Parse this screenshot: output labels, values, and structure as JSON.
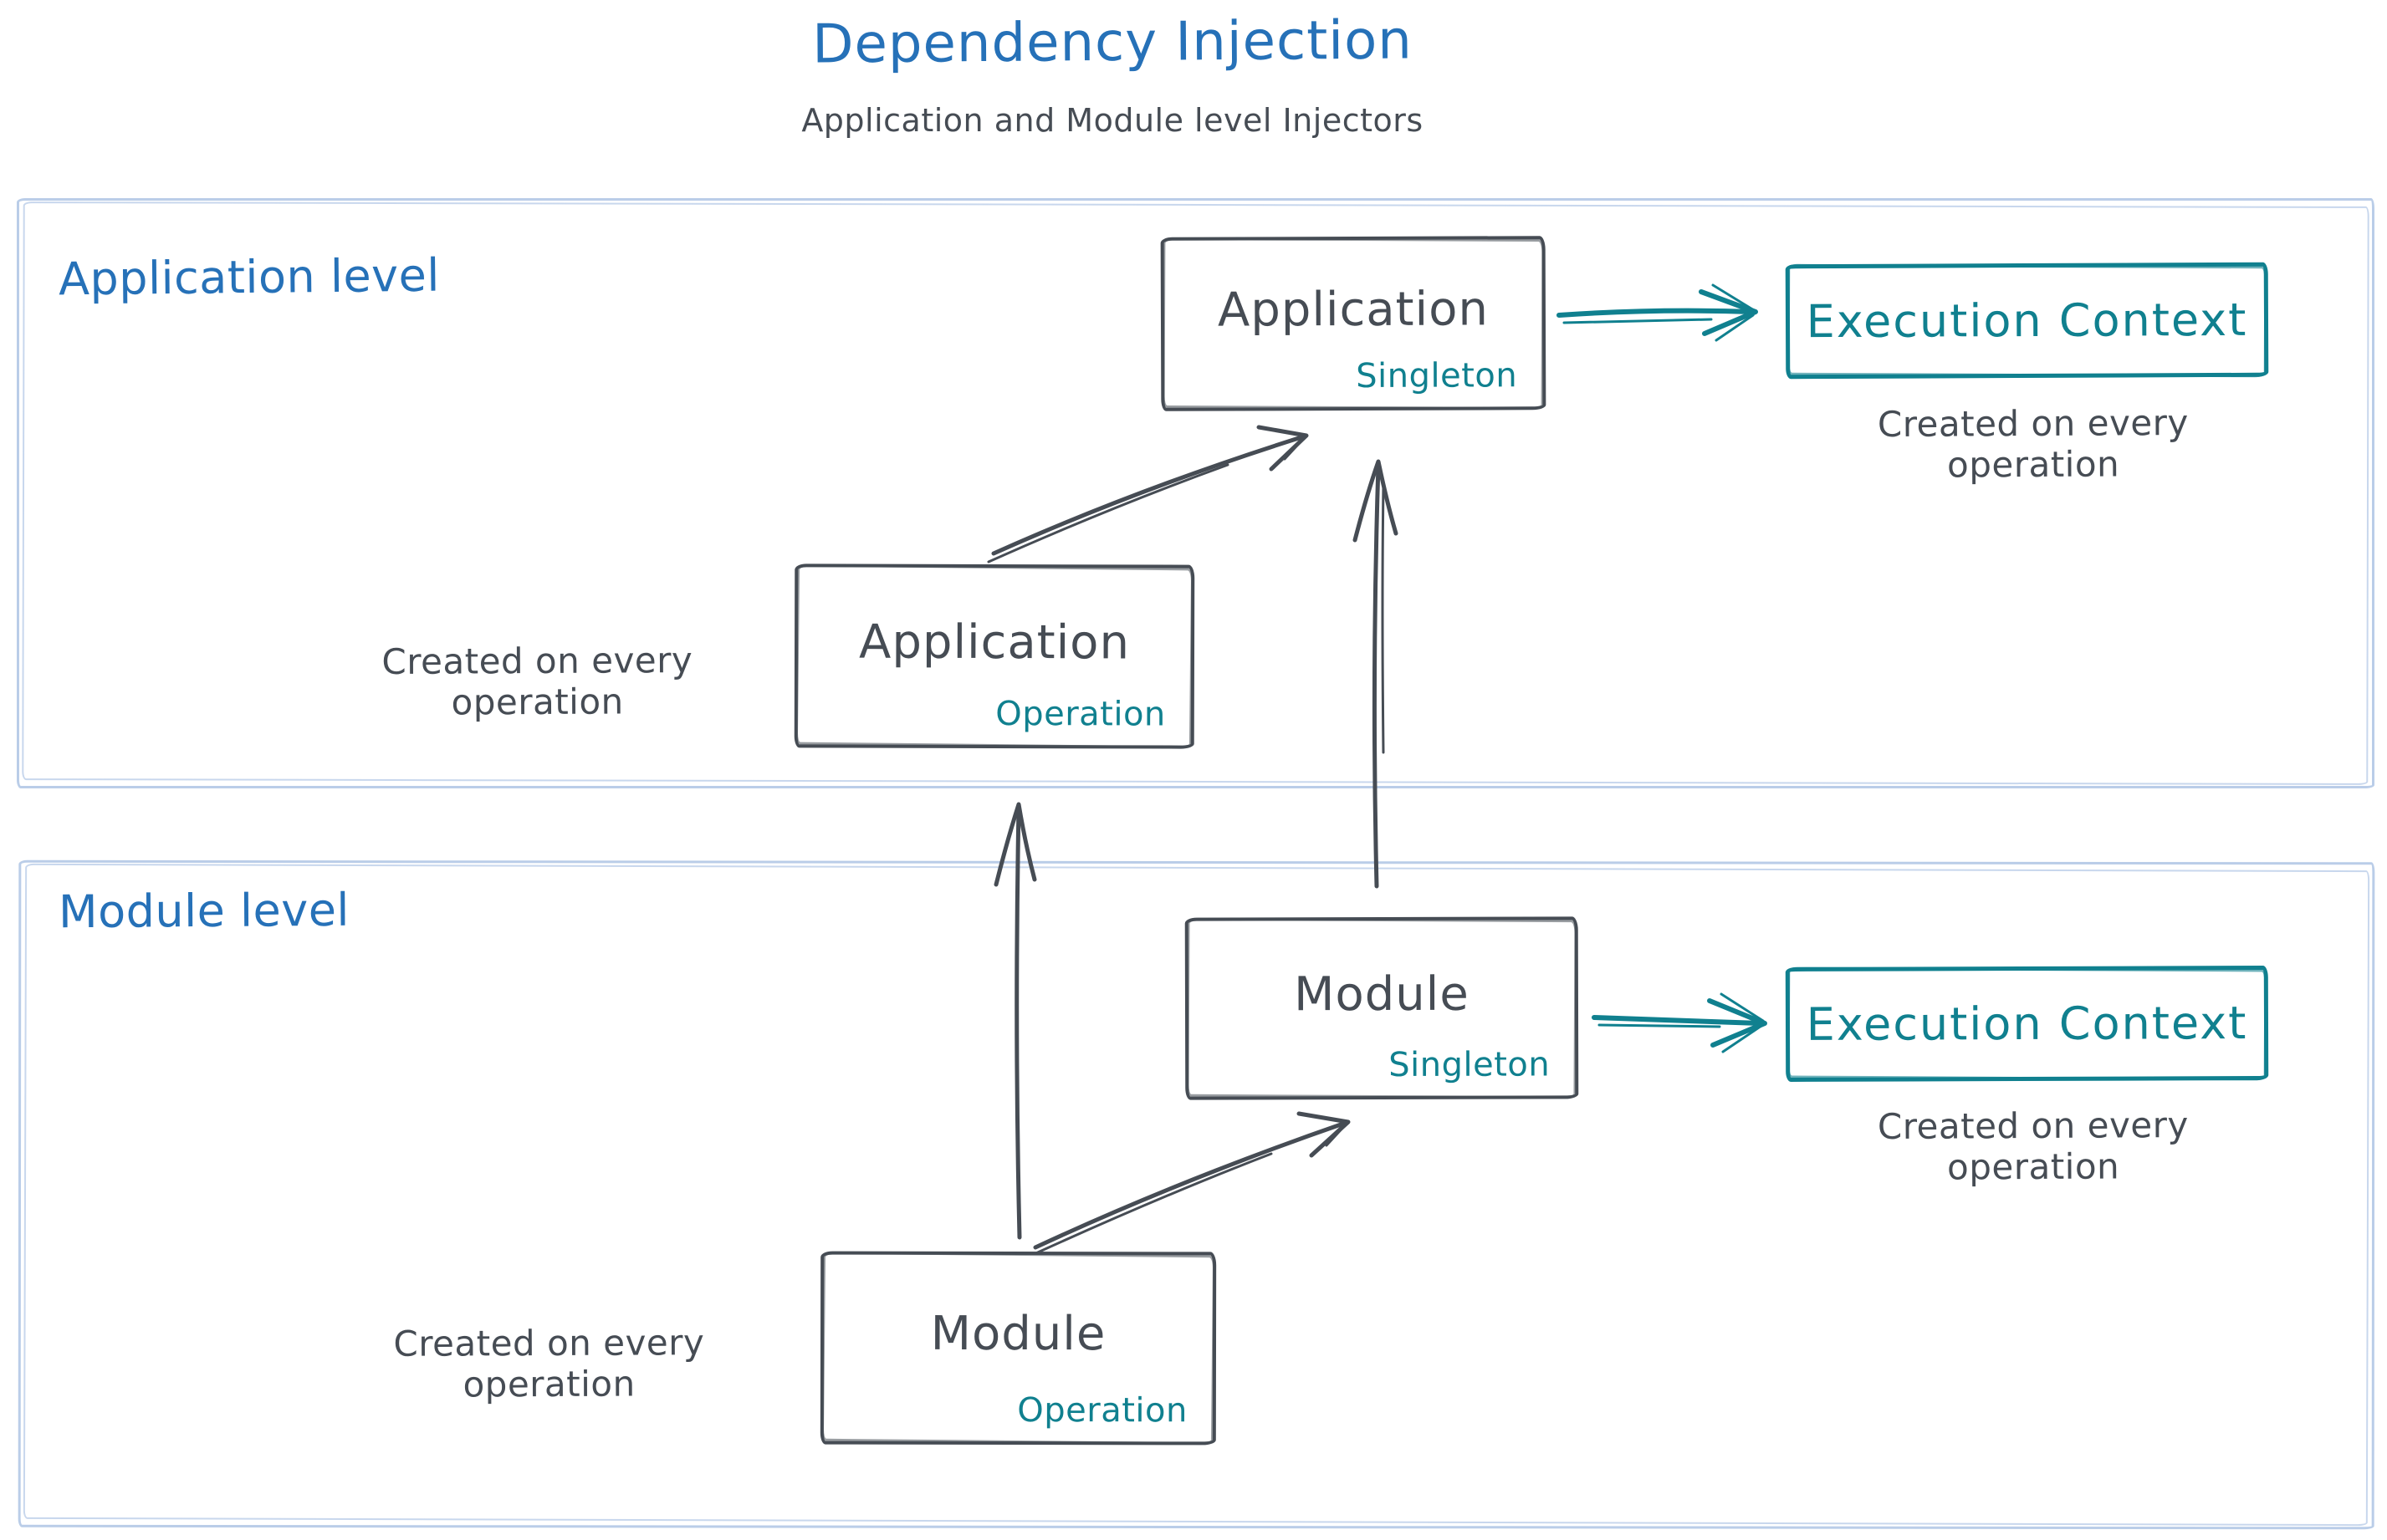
{
  "header": {
    "title": "Dependency Injection",
    "subtitle": "Application and Module level Injectors"
  },
  "sections": {
    "application": {
      "label": "Application level"
    },
    "module": {
      "label": "Module level"
    }
  },
  "nodes": {
    "app_singleton": {
      "title": "Application",
      "badge": "Singleton"
    },
    "app_operation": {
      "title": "Application",
      "badge": "Operation"
    },
    "module_singleton": {
      "title": "Module",
      "badge": "Singleton"
    },
    "module_operation": {
      "title": "Module",
      "badge": "Operation"
    }
  },
  "exec_contexts": {
    "application": {
      "label": "Execution Context",
      "caption": "Created on every operation"
    },
    "module": {
      "label": "Execution Context",
      "caption": "Created on every operation"
    }
  },
  "captions": {
    "app_operation": "Created on every operation",
    "module_operation": "Created on every operation"
  },
  "colors": {
    "headline_blue": "#2671b8",
    "stroke_dark": "#464c54",
    "accent_teal": "#10808f",
    "container_blue": "#bacde8"
  }
}
